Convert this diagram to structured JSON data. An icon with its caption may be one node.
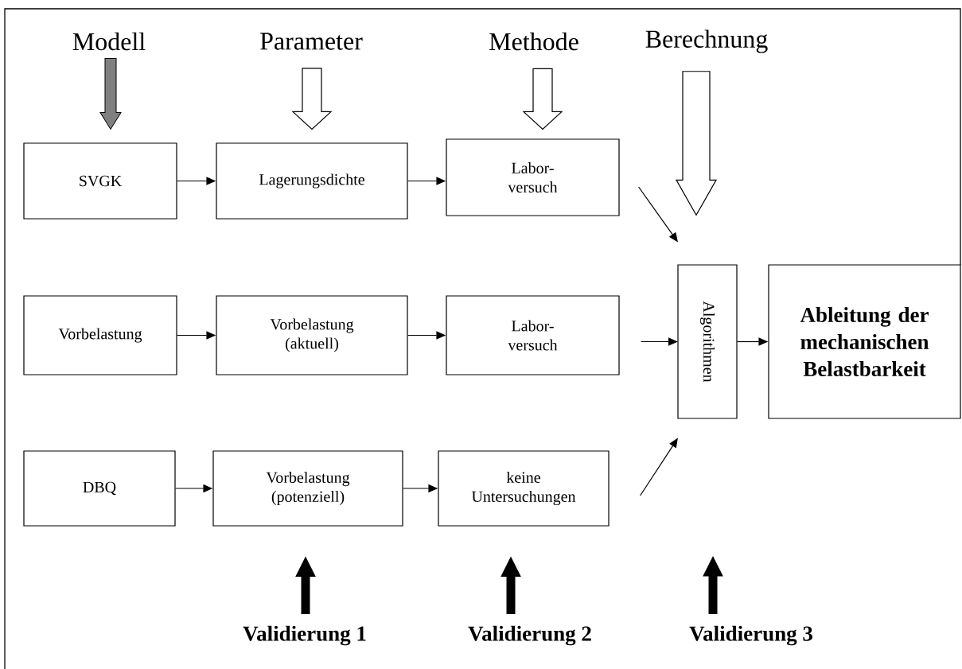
{
  "diagram": {
    "nodes": [
      {
        "text": [
          "Modell"
        ]
      },
      {
        "text": [
          "Parameter"
        ]
      },
      {
        "text": [
          "Methode"
        ]
      },
      {
        "text": [
          "Berechnung"
        ]
      },
      {
        "text": [
          "SVGK"
        ]
      },
      {
        "text": [
          "Lagerungsdichte"
        ]
      },
      {
        "text": [
          "Labor- versuch"
        ]
      },
      {
        "text": [
          "Vorbelastung"
        ]
      },
      {
        "text": [
          "Vorbelastung (aktuell)"
        ]
      },
      {
        "text": [
          "Labor- versuch"
        ]
      },
      {
        "text": [
          "DBQ"
        ]
      },
      {
        "text": [
          "Vorbelastung (potenziell)"
        ]
      },
      {
        "text": [
          "keine Untersuchungen"
        ]
      },
      {
        "text": [
          "Algorithmen"
        ]
      },
      {
        "text": [
          "Ableitung der mechanischen Belastbarkeit"
        ]
      },
      {
        "text": [
          "Validierung 1"
        ]
      },
      {
        "text": [
          "Validierung 2"
        ]
      },
      {
        "text": [
          "Validierung 3"
        ]
      }
    ],
    "edges": [
      {
        "from": 0,
        "to": 4,
        "arrow": "to",
        "style": "thick",
        "color": "#808080"
      },
      {
        "from": 1,
        "to": 5,
        "arrow": "to",
        "style": "thick"
      },
      {
        "from": 2,
        "to": 6,
        "arrow": "to",
        "style": "thick"
      },
      {
        "from": 3,
        "to": 13,
        "arrow": "to",
        "style": "thick"
      },
      {
        "from": 4,
        "to": 5,
        "arrow": "to"
      },
      {
        "from": 5,
        "to": 6,
        "arrow": "to"
      },
      {
        "from": 7,
        "to": 8,
        "arrow": "to"
      },
      {
        "from": 8,
        "to": 9,
        "arrow": "to"
      },
      {
        "from": 10,
        "to": 11,
        "arrow": "to"
      },
      {
        "from": 11,
        "to": 12,
        "arrow": "to"
      },
      {
        "from": 6,
        "to": 13,
        "arrow": "to"
      },
      {
        "from": 9,
        "to": 13,
        "arrow": "to"
      },
      {
        "from": 12,
        "to": 13,
        "arrow": "to"
      },
      {
        "from": 13,
        "to": 14,
        "arrow": "to"
      },
      {
        "from": 15,
        "to": 11,
        "arrow": "to",
        "style": "thick",
        "color": "#000000"
      },
      {
        "from": 16,
        "to": 12,
        "arrow": "to",
        "style": "thick",
        "color": "#000000"
      },
      {
        "from": 17,
        "to": null,
        "arrow": "to",
        "style": "thick",
        "color": "#000000"
      }
    ]
  }
}
